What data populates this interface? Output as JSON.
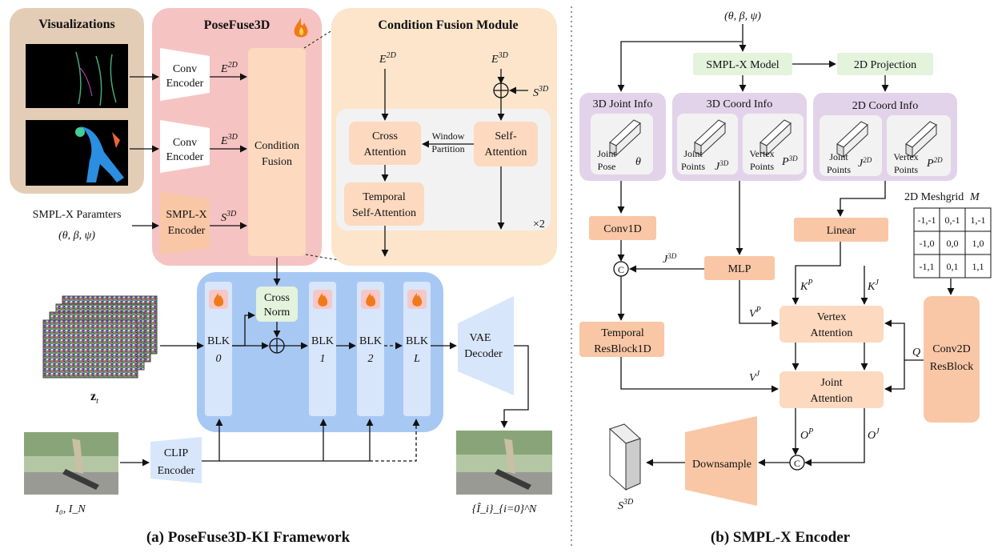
{
  "colors": {
    "viz_bg": "#e4cdb7",
    "posefuse_bg": "#f6c3c3",
    "cfm_bg": "#fde5cc",
    "unet_bg": "#a8c8f4",
    "block_bg": "#d8e6fb",
    "orange_box": "#f9c7a6",
    "green_box": "#e3f3dc",
    "purple_bg": "#e2d3ea",
    "peach_box": "#fcd9bf"
  },
  "left": {
    "visualizations": "Visualizations",
    "posefuse3d": "PoseFuse3D",
    "cfm_title": "Condition Fusion Module",
    "conv_encoder_line1": "Conv",
    "conv_encoder_line2": "Encoder",
    "e2d": "E",
    "e2d_sup": "2D",
    "e3d": "E",
    "e3d_sup": "3D",
    "s3d": "S",
    "s3d_sup": "3D",
    "smplx_params": "SMPL-X Paramters",
    "params_symbol": "(θ, β, ψ)",
    "smplx_enc_line1": "SMPL-X",
    "smplx_enc_line2": "Encoder",
    "cond_fusion_line1": "Condition",
    "cond_fusion_line2": "Fusion",
    "cross_attn_line1": "Cross",
    "cross_attn_line2": "Attention",
    "window_line1": "Window",
    "window_line2": "Partition",
    "self_attn_line1": "Self-",
    "self_attn_line2": "Attention",
    "temporal_line1": "Temporal",
    "temporal_line2": "Self-Attention",
    "times2": "×2",
    "cross_norm_line1": "Cross",
    "cross_norm_line2": "Norm",
    "blk": "BLK",
    "blk0": "0",
    "blk1": "1",
    "blk2": "2",
    "blkL": "L",
    "vae_line1": "VAE",
    "vae_line2": "Decoder",
    "zt": "z",
    "zt_sub": "t",
    "clip_line1": "CLIP",
    "clip_line2": "Encoder",
    "i0in": "I₀, I_N",
    "output_label": "{Î_i}_{i=0}^N",
    "caption": "(a) PoseFuse3D-KI Framework",
    "fire_icon": "fire-icon"
  },
  "right": {
    "params_symbol": "(θ, β, ψ)",
    "smplx_model": "SMPL-X Model",
    "projection_2d": "2D Projection",
    "joint_info": "3D Joint Info",
    "coord3d_info": "3D Coord Info",
    "coord2d_info": "2D Coord Info",
    "joint_pose_line1": "Joint",
    "joint_pose_line2": "Pose",
    "theta": "θ",
    "joint_points_line1": "Joint",
    "joint_points_line2": "Points",
    "vertex_points_line1": "Vertex",
    "vertex_points_line2": "Points",
    "j3d": "J",
    "p3d": "P",
    "j2d": "J",
    "p2d": "P",
    "sup3d": "3D",
    "sup2d": "2D",
    "meshgrid_label": "2D Meshgrid",
    "meshgrid_M": "M",
    "meshgrid": [
      [
        "-1,-1",
        "0,-1",
        "1,-1"
      ],
      [
        "-1,0",
        "0,0",
        "1,0"
      ],
      [
        "-1,1",
        "0,1",
        "1,1"
      ]
    ],
    "conv1d": "Conv1D",
    "linear": "Linear",
    "mlp": "MLP",
    "temporal_line1": "Temporal",
    "temporal_line2": "ResBlock1D",
    "vertex_attn_line1": "Vertex",
    "vertex_attn_line2": "Attention",
    "joint_attn_line1": "Joint",
    "joint_attn_line2": "Attention",
    "conv2d_line1": "Conv2D",
    "conv2d_line2": "ResBlock",
    "downsample": "Downsample",
    "concat": "C",
    "kp": "K",
    "kp_sup": "P",
    "kj": "K",
    "kj_sup": "J",
    "vp": "V",
    "vp_sup": "P",
    "vj": "V",
    "vj_sup": "J",
    "q": "Q",
    "op": "O",
    "op_sup": "P",
    "oj": "O",
    "oj_sup": "J",
    "j3d_edge": "J",
    "j3d_edge_sup": "3D",
    "s3d": "S",
    "s3d_sup": "3D",
    "caption": "(b) SMPL-X Encoder"
  }
}
